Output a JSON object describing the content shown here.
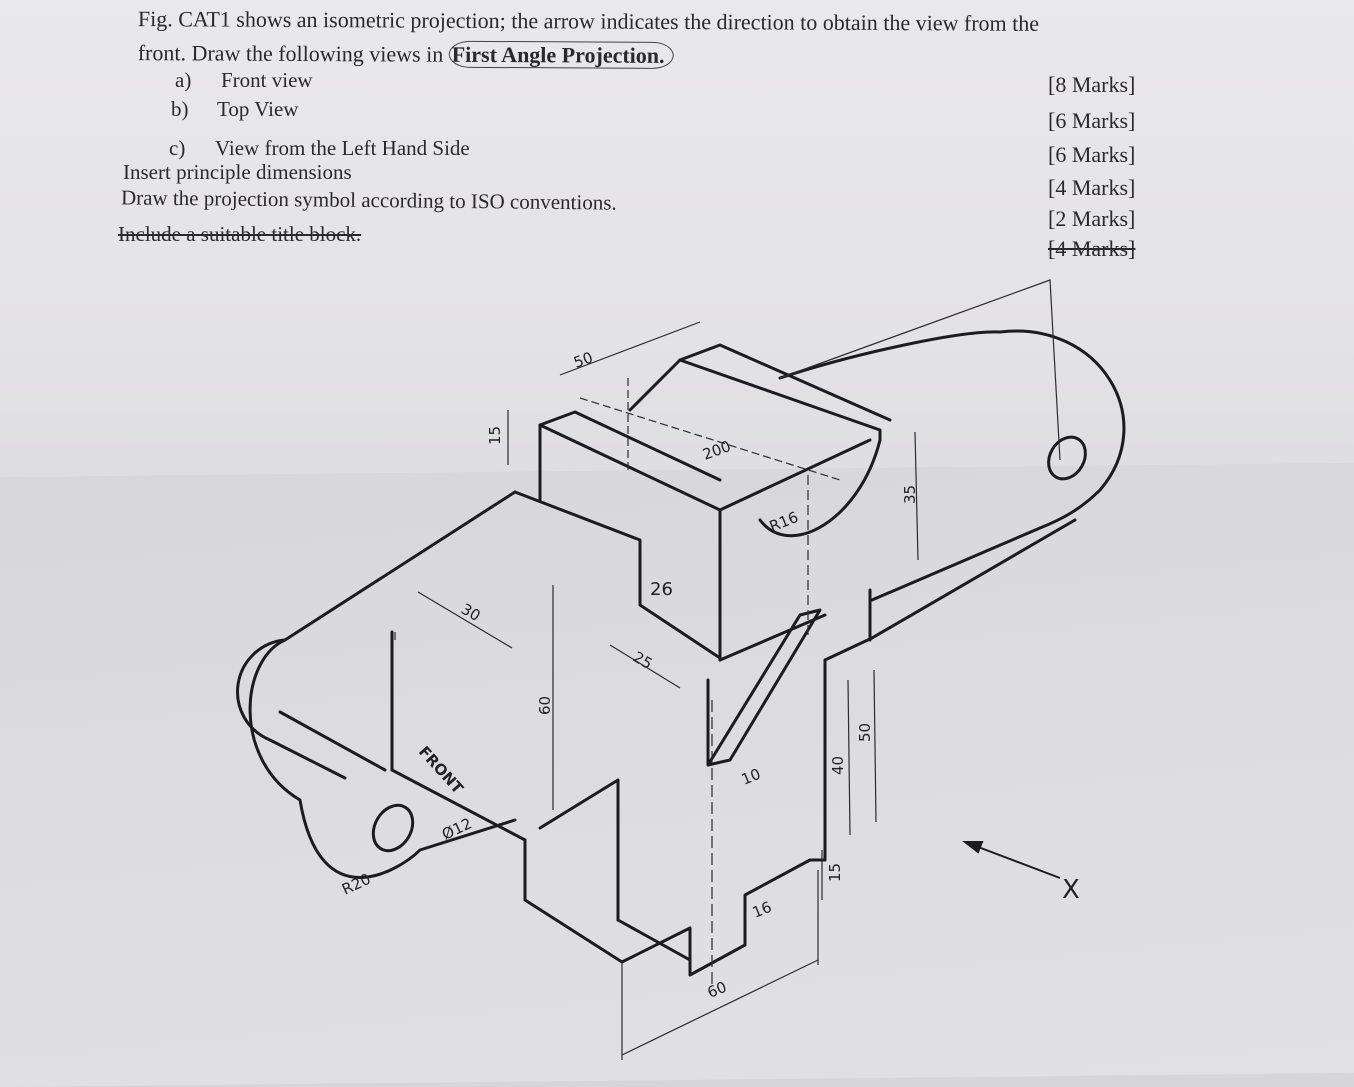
{
  "question": {
    "line1": "Fig. CAT1 shows an isometric projection; the arrow indicates the direction to obtain the view from the",
    "line2_prefix": "front.  Draw the following views in",
    "line2_bold": "First Angle Projection."
  },
  "items": [
    {
      "label": "a)",
      "text": "Front view",
      "marks": "[8 Marks]"
    },
    {
      "label": "b)",
      "text": "Top View",
      "marks": "[6 Marks]"
    },
    {
      "label": "c)",
      "text": "View from the Left Hand Side",
      "marks": "[6 Marks]"
    }
  ],
  "instructions": [
    {
      "text": "Insert principle dimensions",
      "marks": "[4 Marks]"
    },
    {
      "text": "Draw the projection symbol according to ISO conventions.",
      "marks": "[2 Marks]"
    },
    {
      "text": "Include a suitable title block.",
      "marks": "[4 Marks]",
      "struck": true
    }
  ],
  "drawing": {
    "dimensions": [
      "50",
      "15",
      "200",
      "R16",
      "35",
      "26",
      "30",
      "25",
      "60",
      "10",
      "40",
      "50",
      "15",
      "16",
      "60",
      "R20",
      "Ø12"
    ],
    "front_label": "FRONT",
    "arrow_label": "X"
  }
}
